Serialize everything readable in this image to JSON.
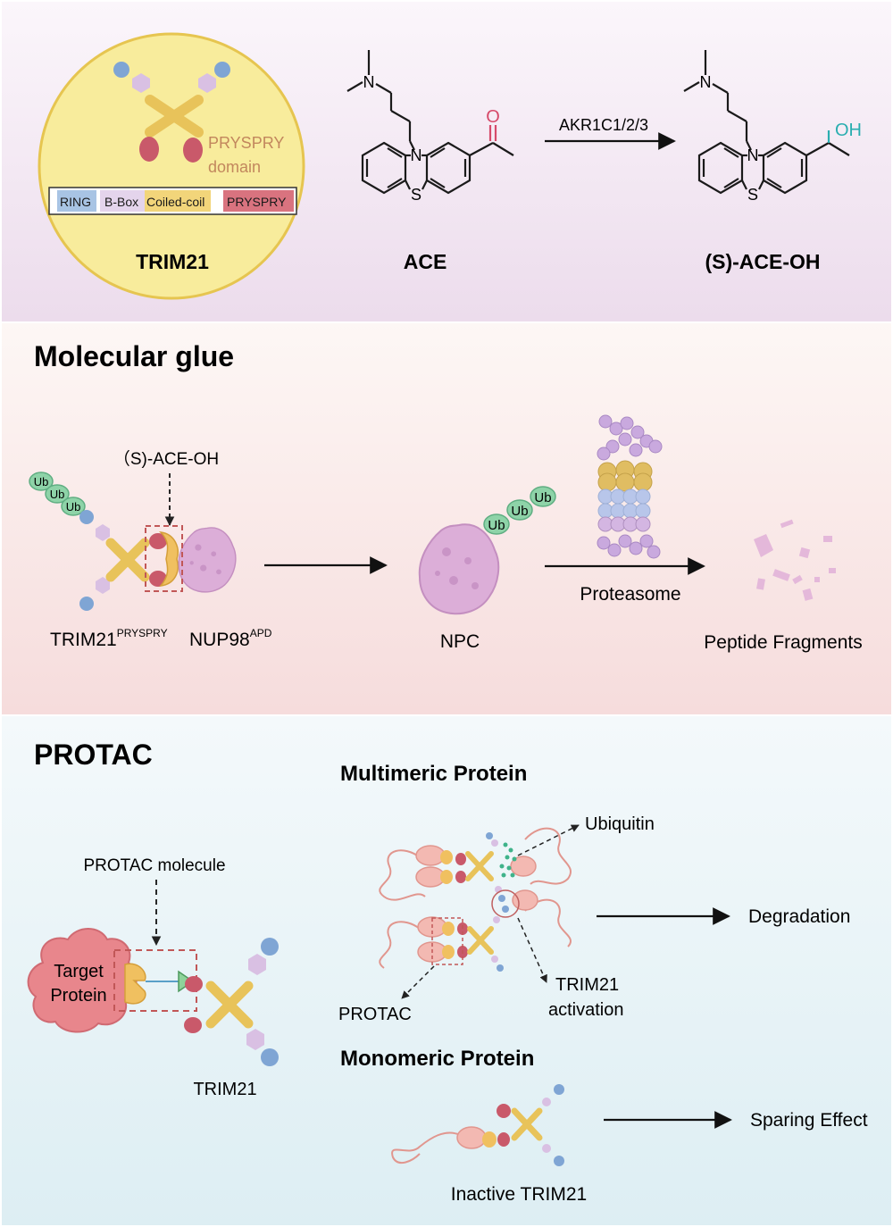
{
  "top": {
    "prysspry_domain_line1": "PRYSPRY",
    "prysspry_domain_line2": "domain",
    "domain_bar": {
      "ring": "RING",
      "bbox": "B-Box",
      "coiled": "Coiled-coil",
      "prysspry": "PRYSPRY"
    },
    "trim21_label": "TRIM21",
    "ace": {
      "n_label": "N",
      "s_label": "S",
      "o_label": "O",
      "name": "ACE"
    },
    "reaction_enzyme": "AKR1C1/2/3",
    "product": {
      "n_label": "N",
      "s_label": "S",
      "oh_label": "OH",
      "name": "(S)-ACE-OH"
    }
  },
  "molecular_glue": {
    "heading": "Molecular glue",
    "compound_label": "（S)-ACE-OH",
    "ub": "Ub",
    "trim21_label": "TRIM21",
    "trim21_sup": "PRYSPRY",
    "nup98_label": "NUP98",
    "nup98_sup": "APD",
    "npc_label": "NPC",
    "proteasome_label": "Proteasome",
    "fragments_label": "Peptide Fragments"
  },
  "protac": {
    "heading": "PROTAC",
    "protac_molecule_label": "PROTAC molecule",
    "target_protein_line1": "Target",
    "target_protein_line2": "Protein",
    "trim21_label": "TRIM21",
    "multimeric_heading": "Multimeric Protein",
    "ubiquitin_label": "Ubiquitin",
    "degradation_label": "Degradation",
    "protac_label": "PROTAC",
    "trim21_activation_line1": "TRIM21",
    "trim21_activation_line2": "activation",
    "monomeric_heading": "Monomeric Protein",
    "sparing_label": "Sparing Effect",
    "inactive_label": "Inactive TRIM21"
  },
  "colors": {
    "trim_yellow": "#e8c35a",
    "bead_purple": "#d9c0e3",
    "bead_blue": "#7fa5d4",
    "bead_red": "#c9596a",
    "ub_green": "#8ed3a8",
    "pryspry_text": "#c2875d",
    "carbonyl_red": "#d64a6a",
    "oh_teal": "#2aaeb0",
    "npc_pink": "#dcaed8",
    "target_red": "#e8868c"
  }
}
